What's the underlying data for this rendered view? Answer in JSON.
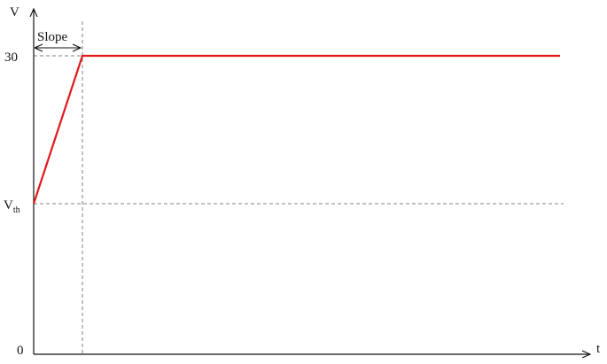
{
  "diagram": {
    "y_axis_label": "V",
    "x_axis_label": "t",
    "y_tick_top": "30",
    "y_tick_mid_main": "V",
    "y_tick_mid_sub": "th",
    "y_tick_zero": "0",
    "slope_label": "Slope",
    "colors": {
      "signal": "#e0191b",
      "axis": "#111111",
      "guide": "#808080"
    }
  }
}
